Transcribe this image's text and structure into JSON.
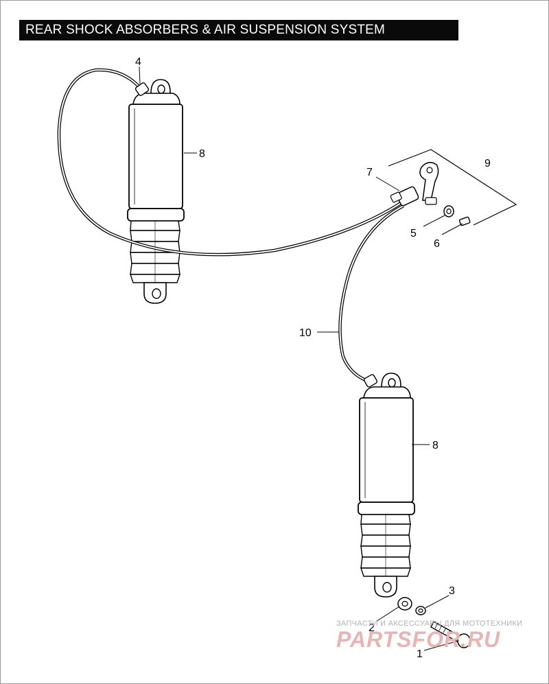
{
  "header": {
    "title": "REAR SHOCK ABSORBERS & AIR SUSPENSION SYSTEM"
  },
  "callouts": {
    "c1": "1",
    "c2": "2",
    "c3": "3",
    "c4": "4",
    "c5": "5",
    "c6": "6",
    "c7": "7",
    "c8a": "8",
    "c8b": "8",
    "c9": "9",
    "c10": "10"
  },
  "watermark": {
    "tagline": "ЗАПЧАСТИ И АКСЕССУАРЫ ДЛЯ МОТОТЕХНИКИ",
    "logo": "PARTSFOR.RU"
  }
}
